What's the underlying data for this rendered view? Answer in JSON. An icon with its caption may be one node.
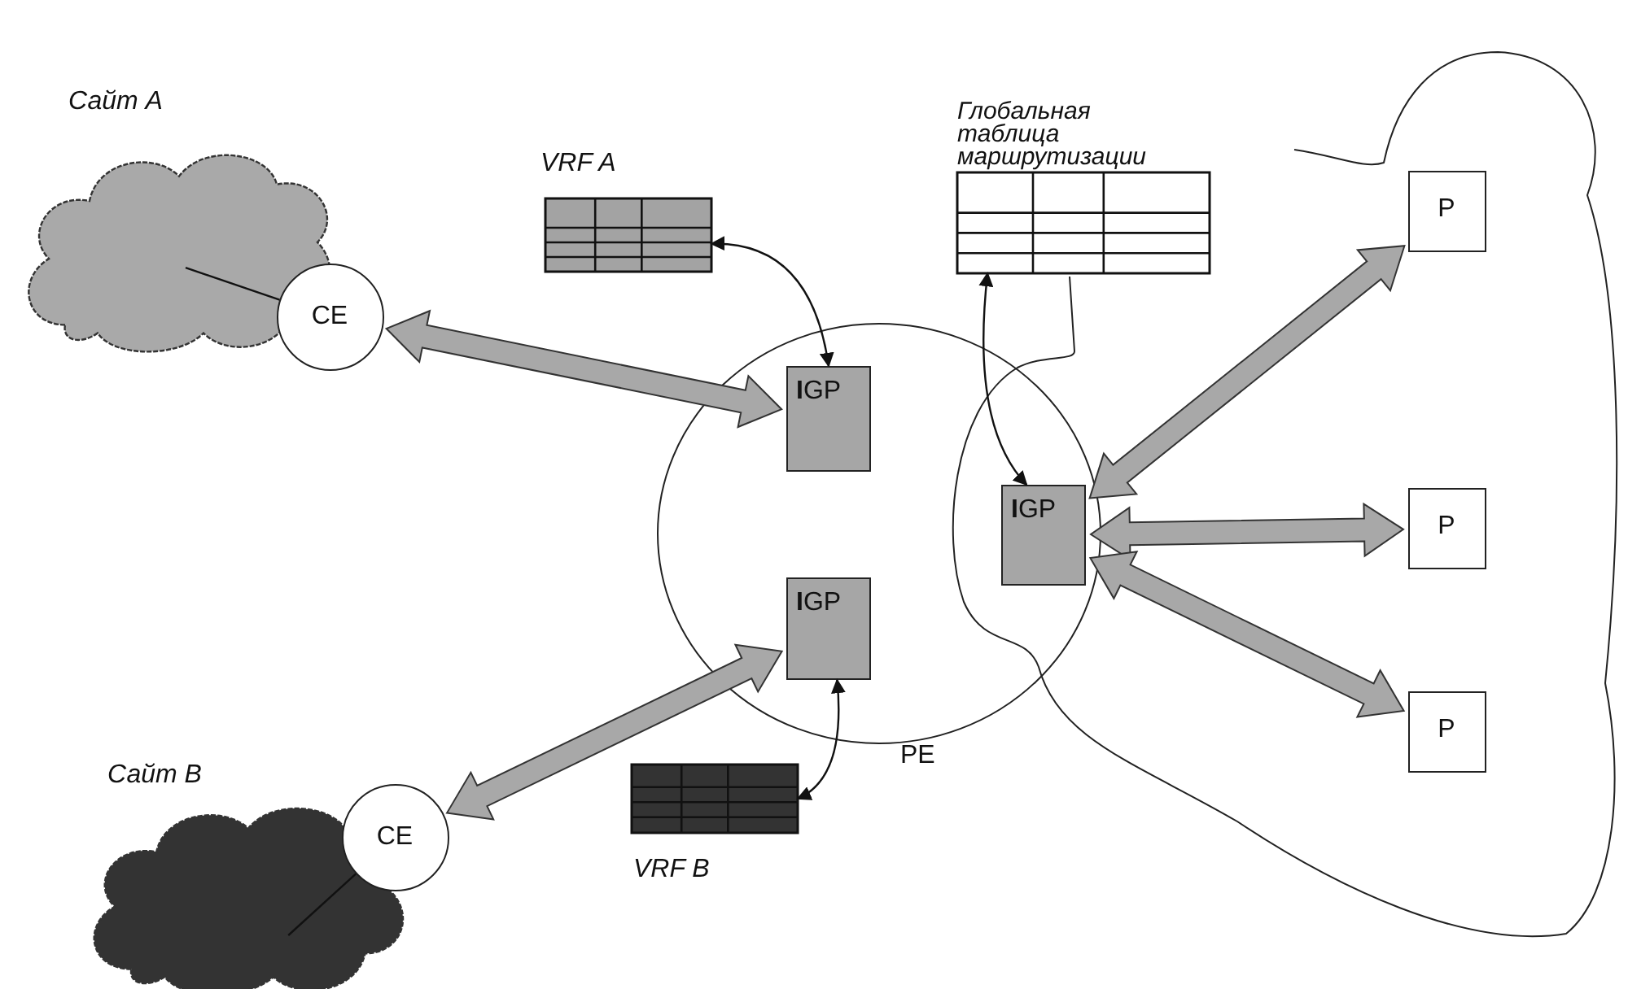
{
  "diagram": {
    "nodes": [
      {
        "text": [
          "Сайт A"
        ]
      },
      {
        "text": [
          "CE"
        ]
      },
      {
        "text": [
          "VRF A"
        ]
      },
      {
        "text": [
          "PE"
        ]
      },
      {
        "text": [
          "**I**GP"
        ],
        "in": 3
      },
      {
        "text": [
          "**I**GP"
        ],
        "in": 3
      },
      {
        "text": [
          "Глобальная таблица маршрутизации"
        ],
        "in": 7
      },
      {
        "text": [],
        "shape": "cloud"
      },
      {
        "text": [
          "**I**GP"
        ]
      },
      {
        "text": [
          "P"
        ],
        "in": 7
      },
      {
        "text": [
          "P"
        ],
        "in": 7
      },
      {
        "text": [
          "P"
        ],
        "in": 7
      },
      {
        "text": [
          "VRF B"
        ]
      },
      {
        "text": [
          "Сайт B"
        ]
      },
      {
        "text": [
          "CE"
        ]
      }
    ],
    "edges": [
      {
        "from": 0,
        "to": 1,
        "arrow": "none"
      },
      {
        "from": 1,
        "to": 4,
        "arrow": "both",
        "style": "thick"
      },
      {
        "from": 2,
        "to": 4,
        "arrow": "both"
      },
      {
        "from": 6,
        "to": 8,
        "arrow": "both"
      },
      {
        "from": 8,
        "to": 9,
        "arrow": "both",
        "style": "thick"
      },
      {
        "from": 8,
        "to": 10,
        "arrow": "both",
        "style": "thick"
      },
      {
        "from": 8,
        "to": 11,
        "arrow": "both",
        "style": "thick"
      },
      {
        "from": 12,
        "to": 5,
        "arrow": "both"
      },
      {
        "from": 14,
        "to": 5,
        "arrow": "both",
        "style": "thick"
      },
      {
        "from": 13,
        "to": 14,
        "arrow": "none"
      }
    ]
  }
}
